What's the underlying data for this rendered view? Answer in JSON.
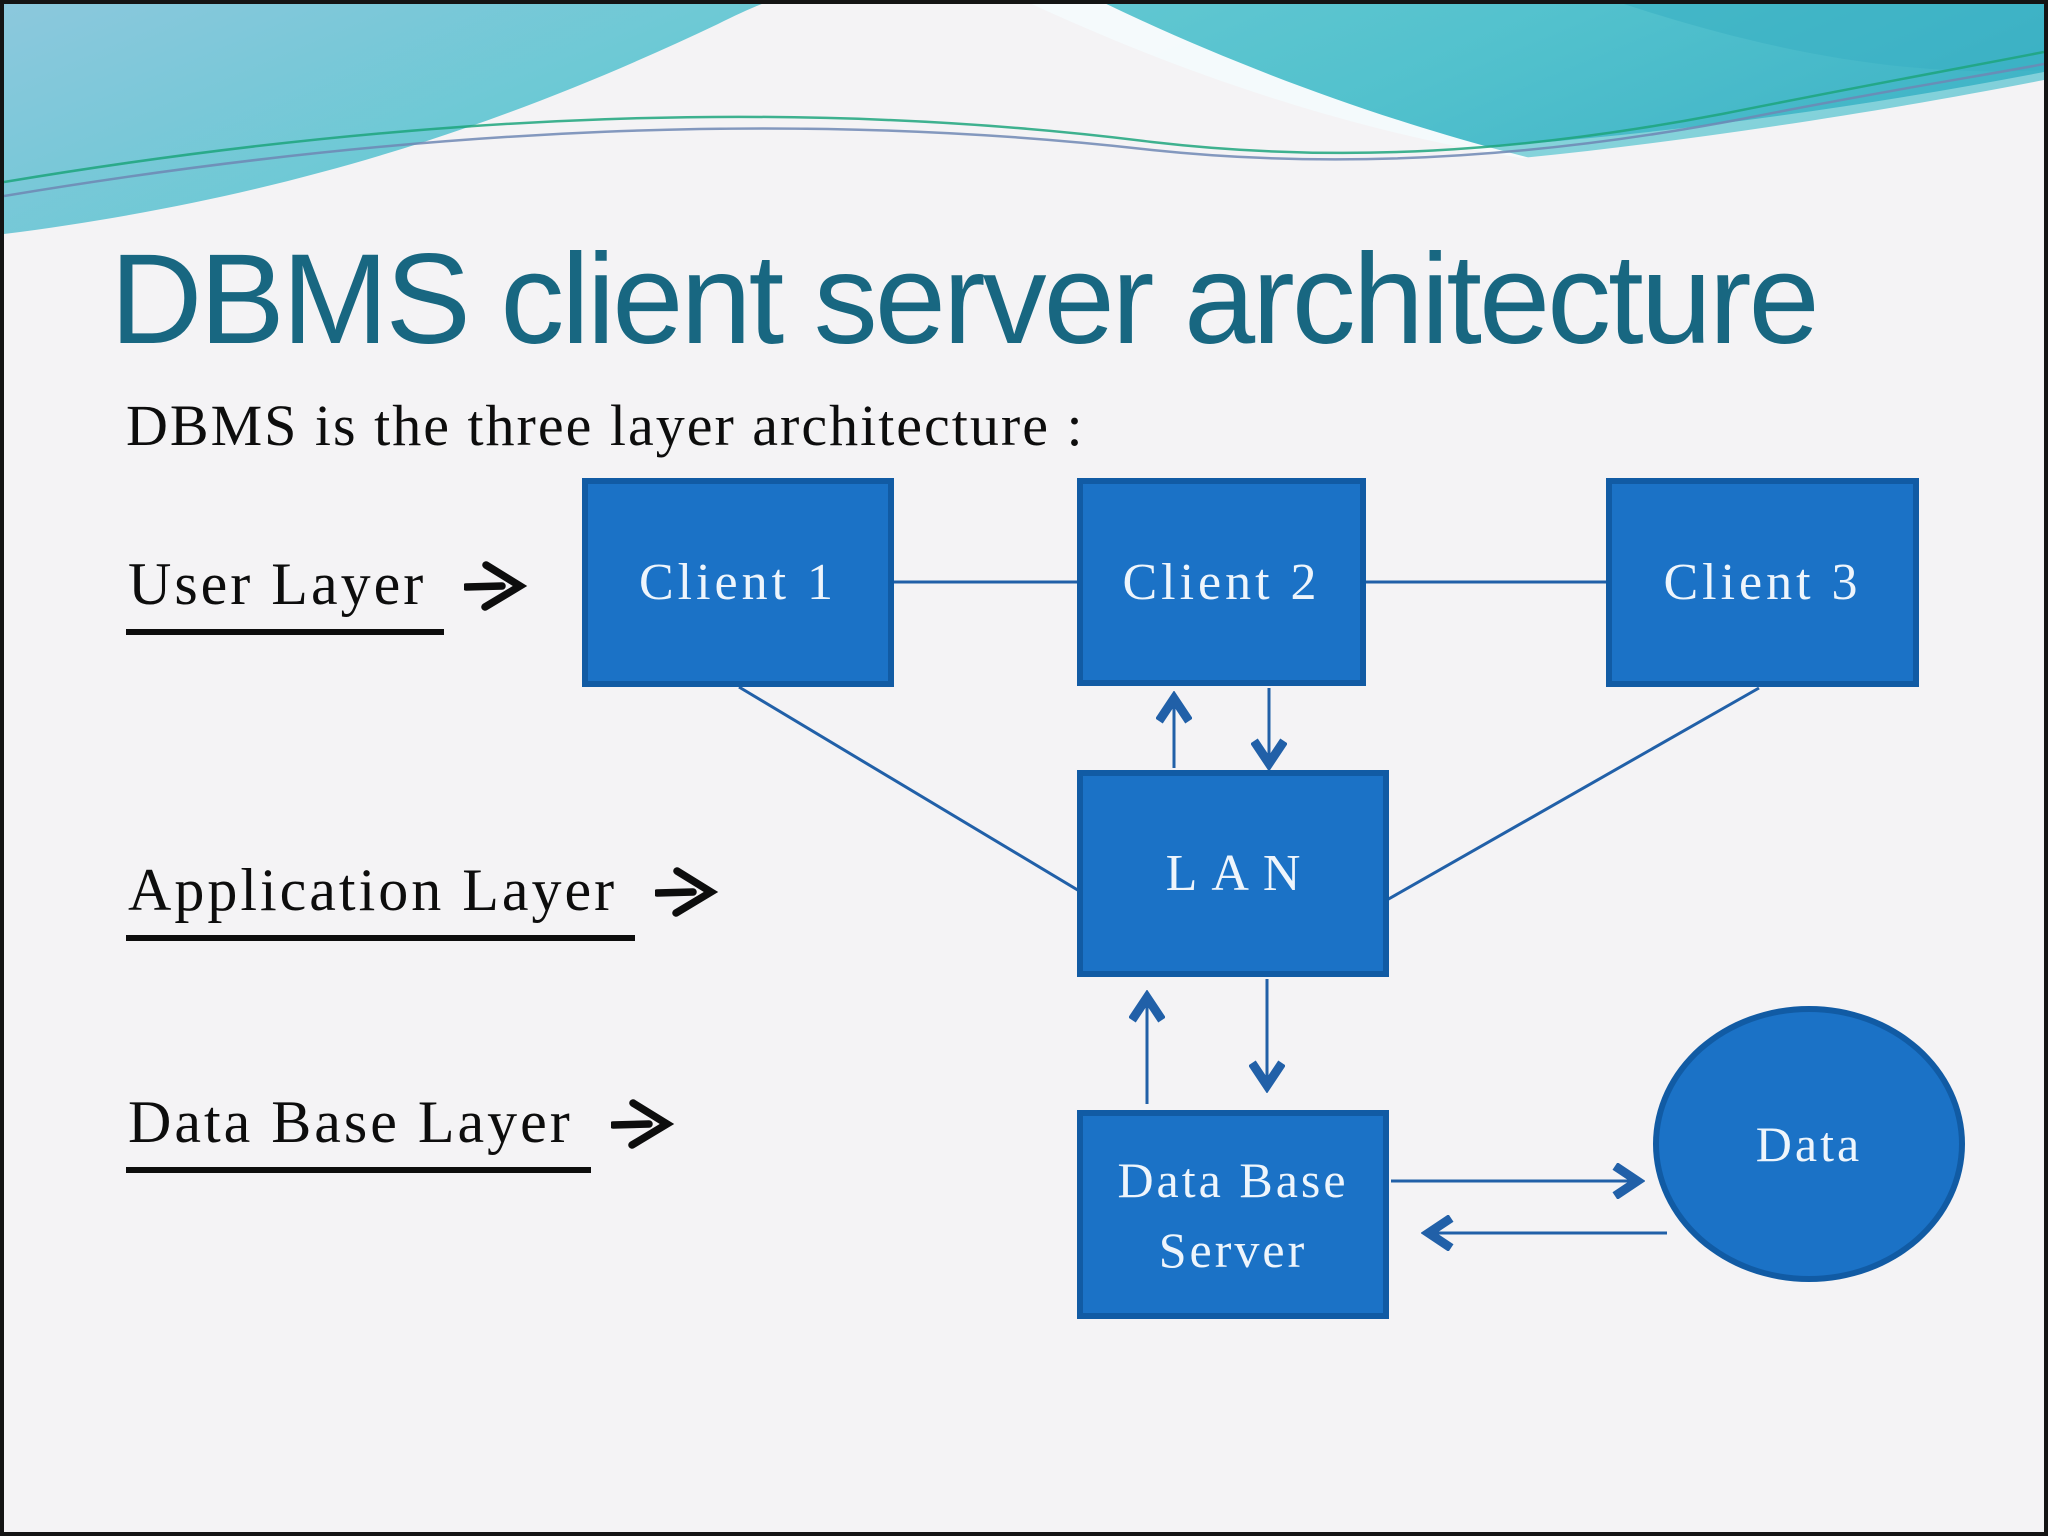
{
  "slide": {
    "title": "DBMS client server architecture",
    "subtitle": "DBMS is the three layer architecture :",
    "layer_labels": [
      {
        "text": "User Layer",
        "arrow_icon": "right-arrow-icon"
      },
      {
        "text": "Application Layer",
        "arrow_icon": "right-arrow-icon"
      },
      {
        "text": "Data Base Layer",
        "arrow_icon": "right-arrow-icon"
      }
    ]
  },
  "diagram": {
    "nodes": {
      "client1": {
        "label": "Client 1",
        "shape": "rect"
      },
      "client2": {
        "label": "Client 2",
        "shape": "rect"
      },
      "client3": {
        "label": "Client 3",
        "shape": "rect"
      },
      "lan": {
        "label": "LAN",
        "shape": "rect"
      },
      "db_server": {
        "label": "Data Base Server",
        "shape": "rect"
      },
      "data": {
        "label": "Data",
        "shape": "ellipse"
      }
    },
    "connections": [
      {
        "from": "client1",
        "to": "client2",
        "type": "line"
      },
      {
        "from": "client2",
        "to": "client3",
        "type": "line"
      },
      {
        "from": "client1",
        "to": "lan",
        "type": "line"
      },
      {
        "from": "client3",
        "to": "lan",
        "type": "line"
      },
      {
        "from": "lan",
        "to": "client2",
        "type": "arrow",
        "direction": "up"
      },
      {
        "from": "client2",
        "to": "lan",
        "type": "arrow",
        "direction": "down"
      },
      {
        "from": "db_server",
        "to": "lan",
        "type": "arrow",
        "direction": "up"
      },
      {
        "from": "lan",
        "to": "db_server",
        "type": "arrow",
        "direction": "down"
      },
      {
        "from": "db_server",
        "to": "data",
        "type": "arrow",
        "direction": "right"
      },
      {
        "from": "data",
        "to": "db_server",
        "type": "arrow",
        "direction": "left"
      }
    ]
  },
  "colors": {
    "title_text": "#186781",
    "body_text": "#0d0d0d",
    "node_fill": "#1b72c6",
    "node_border": "#115ba4",
    "node_text": "#eef5fc",
    "connector": "#2160a8",
    "wave_teal": "#52c1cd",
    "wave_light_blue": "#8cc8dd",
    "wave_accent_green": "#1da57c",
    "wave_accent_blue": "#6e87b4",
    "background": "#f4f3f5"
  }
}
